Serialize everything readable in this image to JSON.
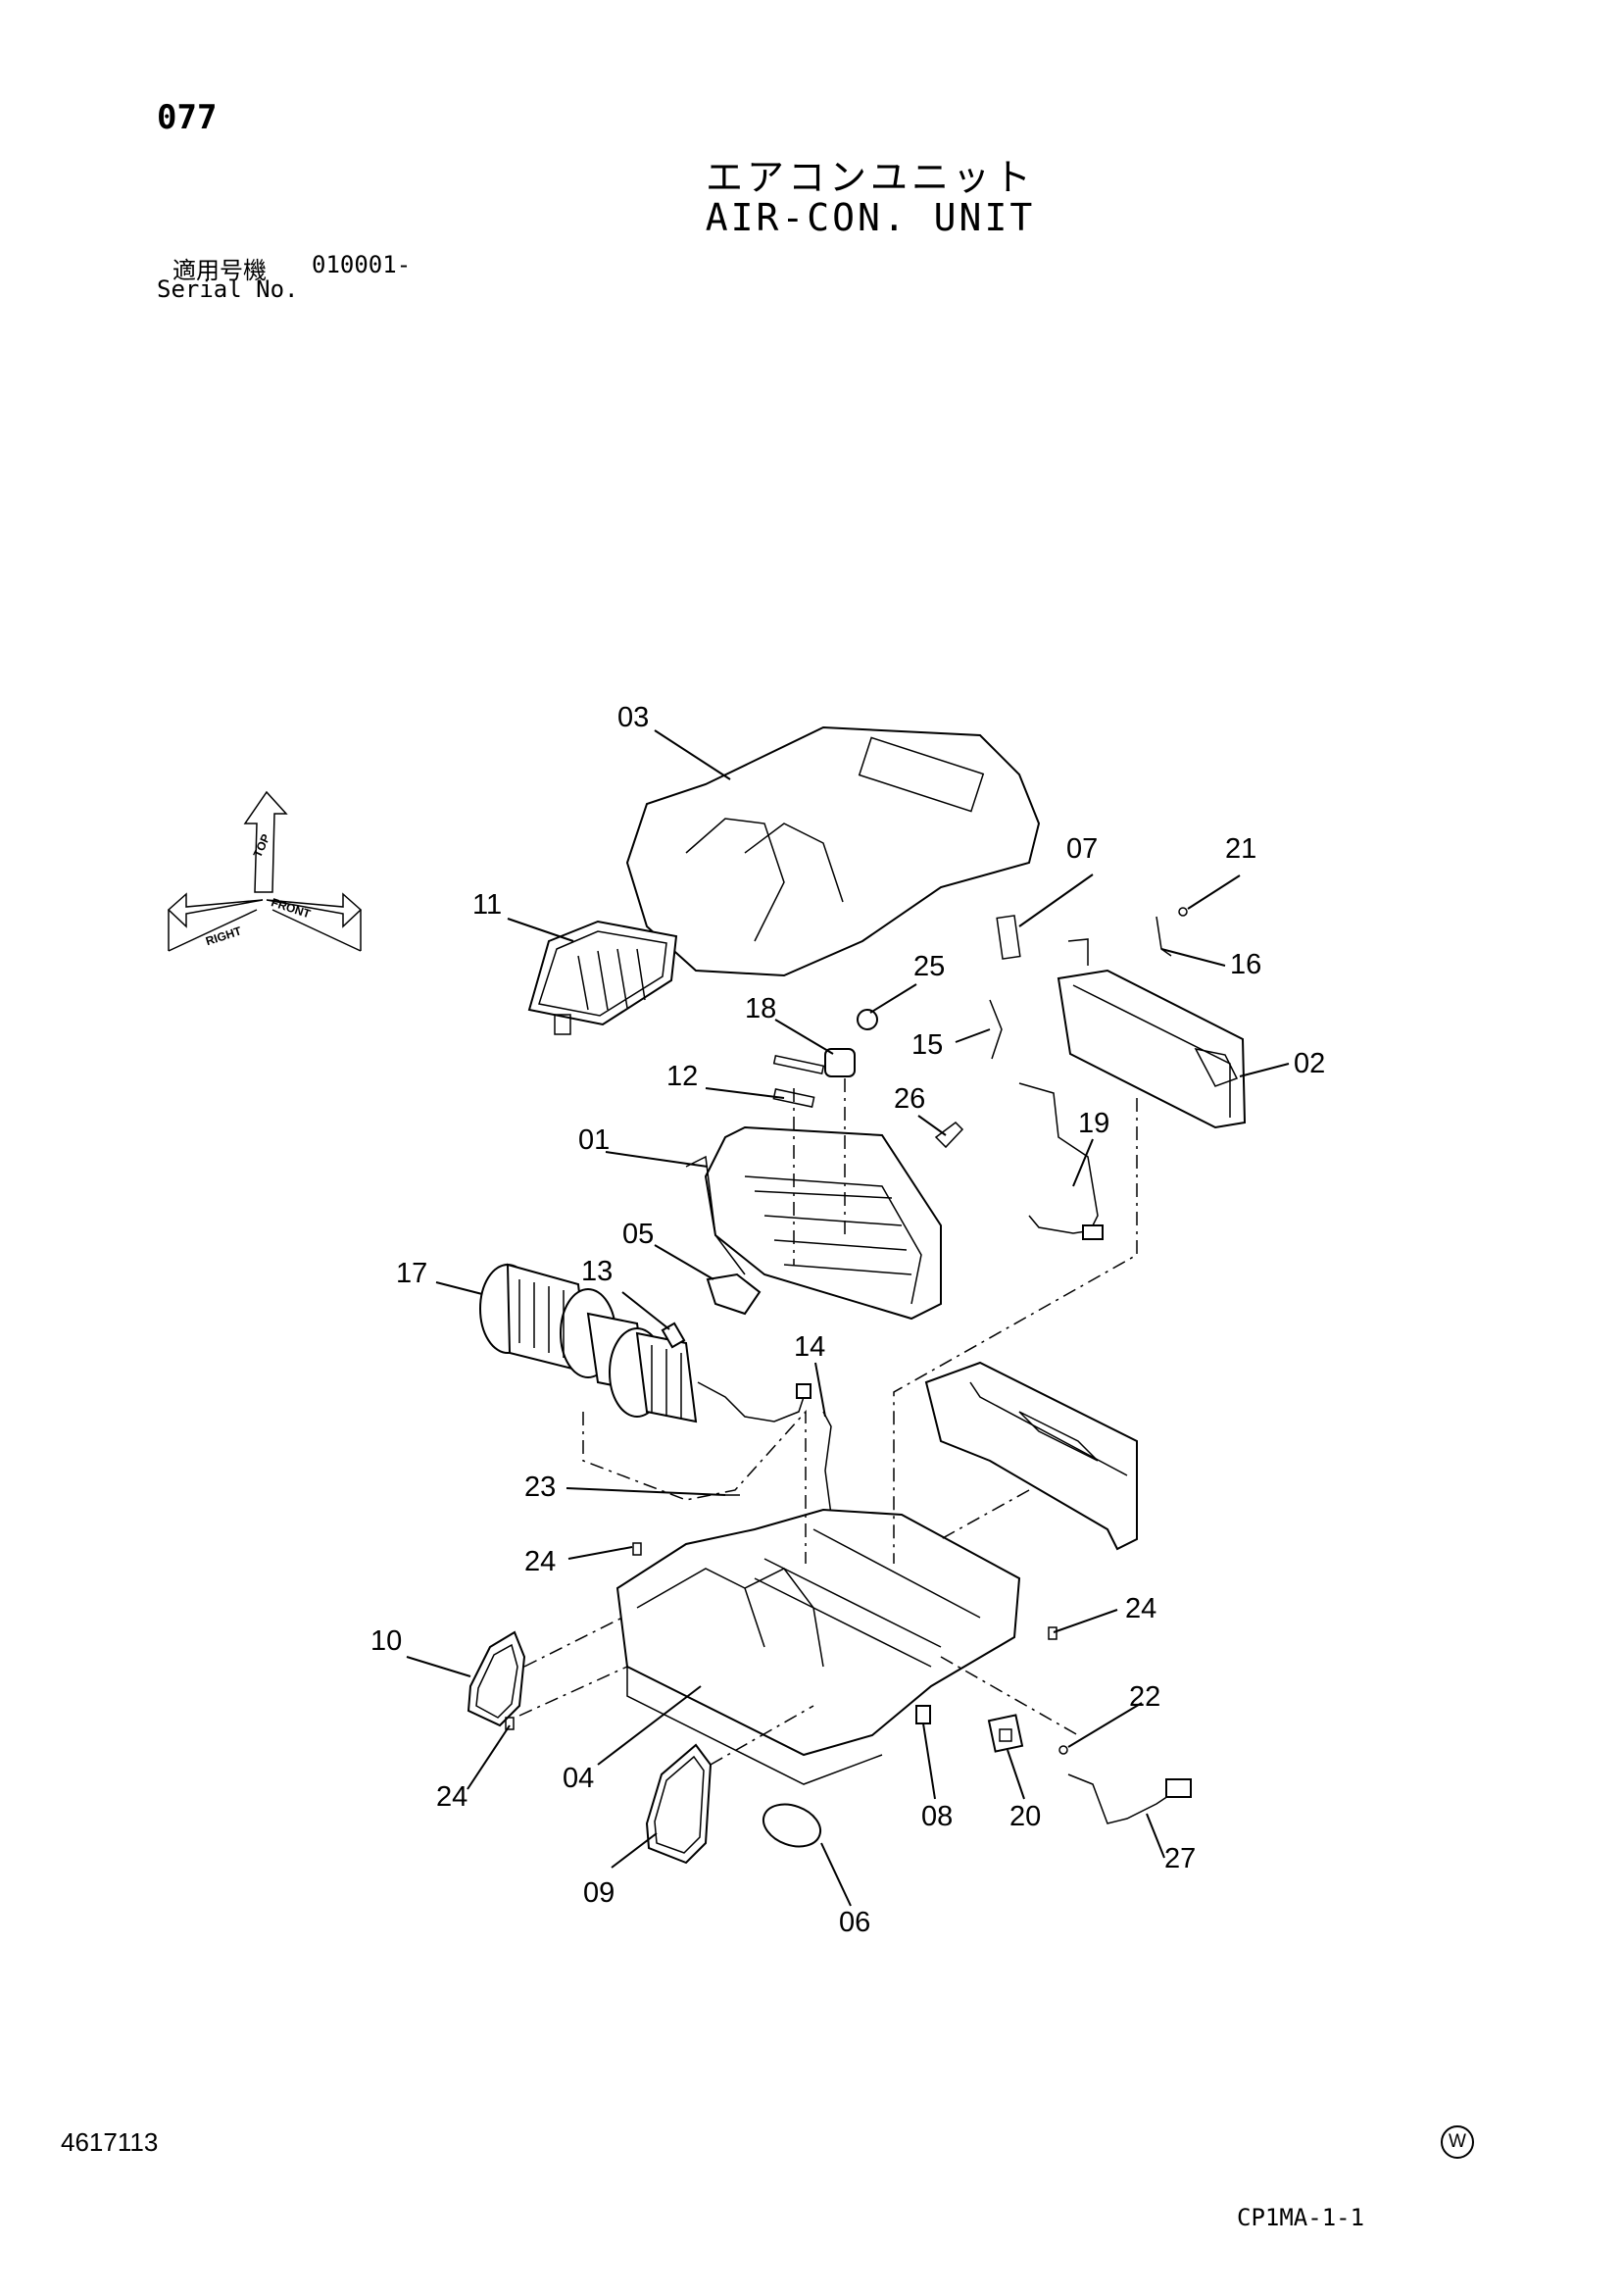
{
  "header": {
    "page_number": "077",
    "title_jp": "エアコンユニット",
    "title_en": "AIR-CON. UNIT",
    "serial_label_jp": "適用号機",
    "serial_from": "010001-",
    "serial_label_en": "Serial No."
  },
  "orientation_indicator": {
    "top": "TOP",
    "right": "RIGHT",
    "front": "FRONT"
  },
  "callouts": [
    {
      "id": "c01",
      "label": "01"
    },
    {
      "id": "c02",
      "label": "02"
    },
    {
      "id": "c03",
      "label": "03"
    },
    {
      "id": "c04",
      "label": "04"
    },
    {
      "id": "c05",
      "label": "05"
    },
    {
      "id": "c06",
      "label": "06"
    },
    {
      "id": "c07",
      "label": "07"
    },
    {
      "id": "c08",
      "label": "08"
    },
    {
      "id": "c09",
      "label": "09"
    },
    {
      "id": "c10",
      "label": "10"
    },
    {
      "id": "c11",
      "label": "11"
    },
    {
      "id": "c12",
      "label": "12"
    },
    {
      "id": "c13",
      "label": "13"
    },
    {
      "id": "c14",
      "label": "14"
    },
    {
      "id": "c15",
      "label": "15"
    },
    {
      "id": "c16",
      "label": "16"
    },
    {
      "id": "c17",
      "label": "17"
    },
    {
      "id": "c18",
      "label": "18"
    },
    {
      "id": "c19",
      "label": "19"
    },
    {
      "id": "c20",
      "label": "20"
    },
    {
      "id": "c21",
      "label": "21"
    },
    {
      "id": "c22",
      "label": "22"
    },
    {
      "id": "c23",
      "label": "23"
    },
    {
      "id": "c24a",
      "label": "24"
    },
    {
      "id": "c24b",
      "label": "24"
    },
    {
      "id": "c24c",
      "label": "24"
    },
    {
      "id": "c25",
      "label": "25"
    },
    {
      "id": "c26",
      "label": "26"
    },
    {
      "id": "c27",
      "label": "27"
    }
  ],
  "footer": {
    "doc_number": "4617113",
    "mark": "W",
    "code": "CP1MA-1-1"
  }
}
